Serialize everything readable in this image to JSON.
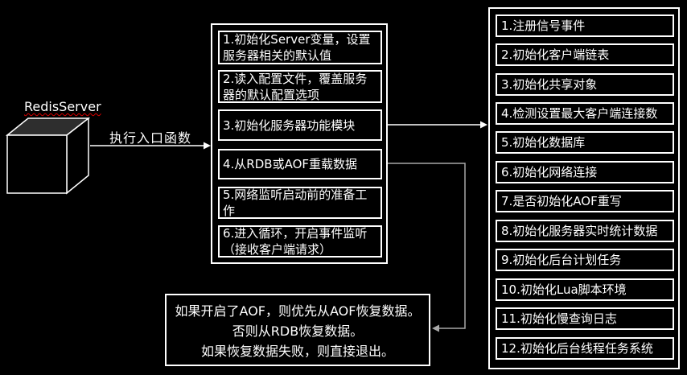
{
  "diagram": {
    "cube_label": "RedisServer",
    "entry_arrow_label": "执行入口函数",
    "main_steps": [
      "1.初始化Server变量，设置\n服务器相关的默认值",
      "2.读入配置文件，覆盖服务\n器的默认配置选项",
      "3.初始化服务器功能模块",
      "4.从RDB或AOF重载数据",
      "5.网络监听启动前的准备工\n作",
      "6.进入循环，开启事件监听\n（接收客户端请求）"
    ],
    "init_steps": [
      "1.注册信号事件",
      "2.初始化客户端链表",
      "3.初始化共享对象",
      "4.检测设置最大客户端连接数",
      "5.初始化数据库",
      "6.初始化网络连接",
      "7.是否初始化AOF重写",
      "8.初始化服务器实时统计数据",
      "9.初始化后台计划任务",
      "10.初始化Lua脚本环境",
      "11.初始化慢查询日志",
      "12.初始化后台线程任务系统"
    ],
    "note_lines": [
      "如果开启了AOF，则优先从AOF恢复数据。",
      "否则从RDB恢复数据。",
      "如果恢复数据失败，则直接退出。"
    ],
    "colors": {
      "background": "#000000",
      "line": "#ffffff",
      "secondary_line": "#a8a8a8",
      "underline": "#d90000",
      "cube_top": "#2e2e2e"
    }
  }
}
